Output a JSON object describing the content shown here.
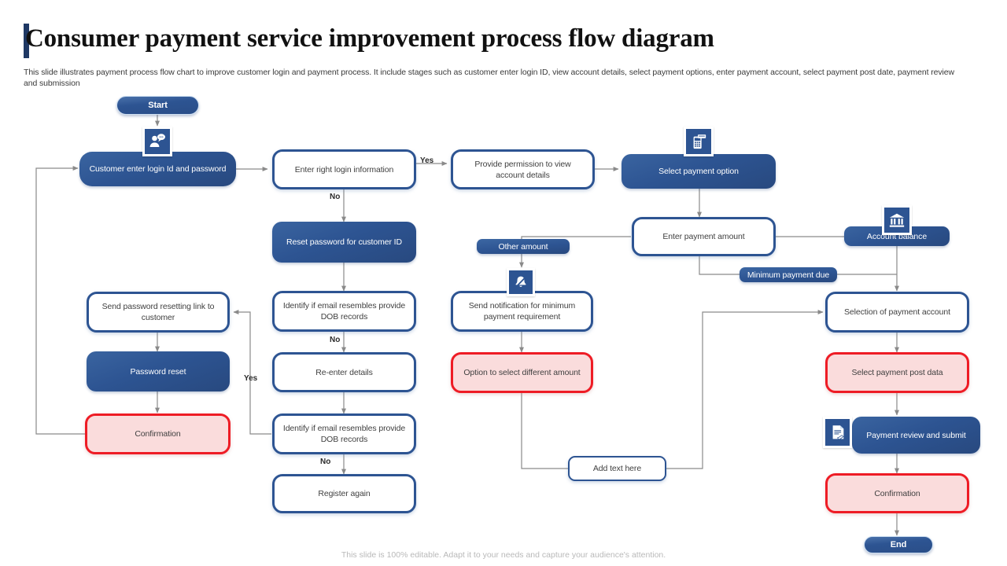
{
  "header": {
    "title": "Consumer payment service improvement process flow diagram",
    "subtitle": "This slide illustrates payment process flow chart to improve customer login and payment process. It include stages such as customer enter login ID, view account details, select payment options, enter payment account, select payment post date, payment review and submission"
  },
  "footer": {
    "note": "This slide is 100% editable. Adapt it to your needs and capture your audience's attention."
  },
  "colors": {
    "dark_blue": "#2d5492",
    "deep_navy": "#1f3864",
    "red_accent": "#ee1c25",
    "red_fill": "#fadcdc",
    "connector_grey": "#8a8a8a",
    "title_black": "#111111",
    "footer_grey": "#b9b9b9"
  },
  "nodes": {
    "start": {
      "label": "Start",
      "style": "pill"
    },
    "customer_login": {
      "label": "Customer enter login Id and password",
      "style": "solid"
    },
    "enter_right_login": {
      "label": "Enter right login information",
      "style": "outline"
    },
    "provide_permission": {
      "label": "Provide permission to view account details",
      "style": "outline"
    },
    "select_payment_option": {
      "label": "Select payment option",
      "style": "solid"
    },
    "reset_password": {
      "label": "Reset password for customer ID",
      "style": "solid"
    },
    "identify_email_1": {
      "label": "Identify if email resembles provide DOB records",
      "style": "outline"
    },
    "re_enter_details": {
      "label": "Re-enter details",
      "style": "outline"
    },
    "identify_email_2": {
      "label": "Identify if email resembles provide DOB records",
      "style": "outline"
    },
    "register_again": {
      "label": "Register again",
      "style": "outline"
    },
    "send_password_link": {
      "label": "Send password resetting link to customer",
      "style": "outline"
    },
    "password_reset": {
      "label": "Password reset",
      "style": "solid"
    },
    "confirmation_left": {
      "label": "Confirmation",
      "style": "red"
    },
    "enter_payment_amount": {
      "label": "Enter payment amount",
      "style": "outline"
    },
    "account_balance": {
      "label": "Account balance",
      "style": "solid"
    },
    "other_amount": {
      "label": "Other amount",
      "style": "badge"
    },
    "minimum_payment_due": {
      "label": "Minimum  payment due",
      "style": "badge"
    },
    "send_notification": {
      "label": "Send notification for minimum payment requirement",
      "style": "outline"
    },
    "option_different_amount": {
      "label": "Option to select different amount",
      "style": "red"
    },
    "add_text_here": {
      "label": "Add text here",
      "style": "outline"
    },
    "selection_payment_account": {
      "label": "Selection of payment account",
      "style": "outline"
    },
    "select_payment_post_data": {
      "label": "Select payment post data",
      "style": "red"
    },
    "payment_review": {
      "label": "Payment review and submit",
      "style": "solid"
    },
    "confirmation_right": {
      "label": "Confirmation",
      "style": "red"
    },
    "end": {
      "label": "End",
      "style": "pill"
    }
  },
  "edge_labels": {
    "no_login": "No",
    "yes_login": "Yes",
    "no_identify_1": "No",
    "no_identify_2": "No",
    "yes_identify": "Yes"
  },
  "icons": {
    "customer": "user-speech-bubble-icon",
    "payment_option": "mobile-payment-icon",
    "notification": "bell-muted-icon",
    "bank": "bank-building-icon",
    "review": "document-signature-icon"
  }
}
